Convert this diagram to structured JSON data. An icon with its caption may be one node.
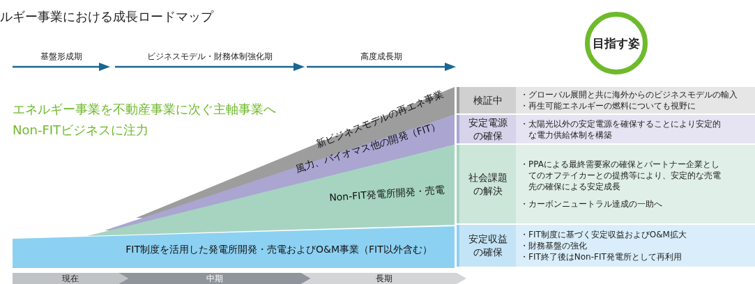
{
  "diagram": {
    "title": "ルギー事業における成長ロードマップ",
    "nodes": [
      {
        "text": [
          "目指す姿"
        ]
      },
      {
        "text": [
          "新ビジネスモデルの再エネ事業"
        ]
      },
      {
        "text": [
          "風力、バイオマス他の開発（FIT）"
        ]
      },
      {
        "text": [
          "Non-FIT発電所開発・売電"
        ]
      },
      {
        "text": [
          "FIT制度を活用した発電所開発・売電およびO&M事業（FIT以外含む）"
        ]
      },
      {
        "text": [
          "検証中"
        ]
      },
      {
        "text": [
          "・グローバル展開と共に海外からのビジネスモデルの輸入",
          "・再生可能エネルギーの燃料についても視野に"
        ]
      },
      {
        "text": [
          "安定電源の確保"
        ]
      },
      {
        "text": [
          "・太陽光以外の安定電源を確保することにより安定的な電力供給体制を構築"
        ]
      },
      {
        "text": [
          "社会課題の解決"
        ]
      },
      {
        "text": [
          "・PPAによる最終需要家の確保とパートナー企業としてのオフテイカーとの提携等により、安定的な売電先の確保による安定成長",
          "・カーボンニュートラル達成の一助へ"
        ]
      },
      {
        "text": [
          "安定収益の確保"
        ]
      },
      {
        "text": [
          "・FIT制度に基づく安定収益およびO&M拡大",
          "・財務基盤の強化",
          "・FIT終了後はNon-FIT発電所として再利用"
        ]
      },
      {
        "text": [
          "現在"
        ]
      },
      {
        "text": [
          "中期"
        ]
      },
      {
        "text": [
          "長期"
        ]
      }
    ],
    "labels": [
      "基盤形成期",
      "ビジネスモデル・財務体制強化期",
      "高度成長期",
      "エネルギー事業を不動産事業に次ぐ主軸事業へ",
      "Non-FITビジネスに注力"
    ]
  }
}
